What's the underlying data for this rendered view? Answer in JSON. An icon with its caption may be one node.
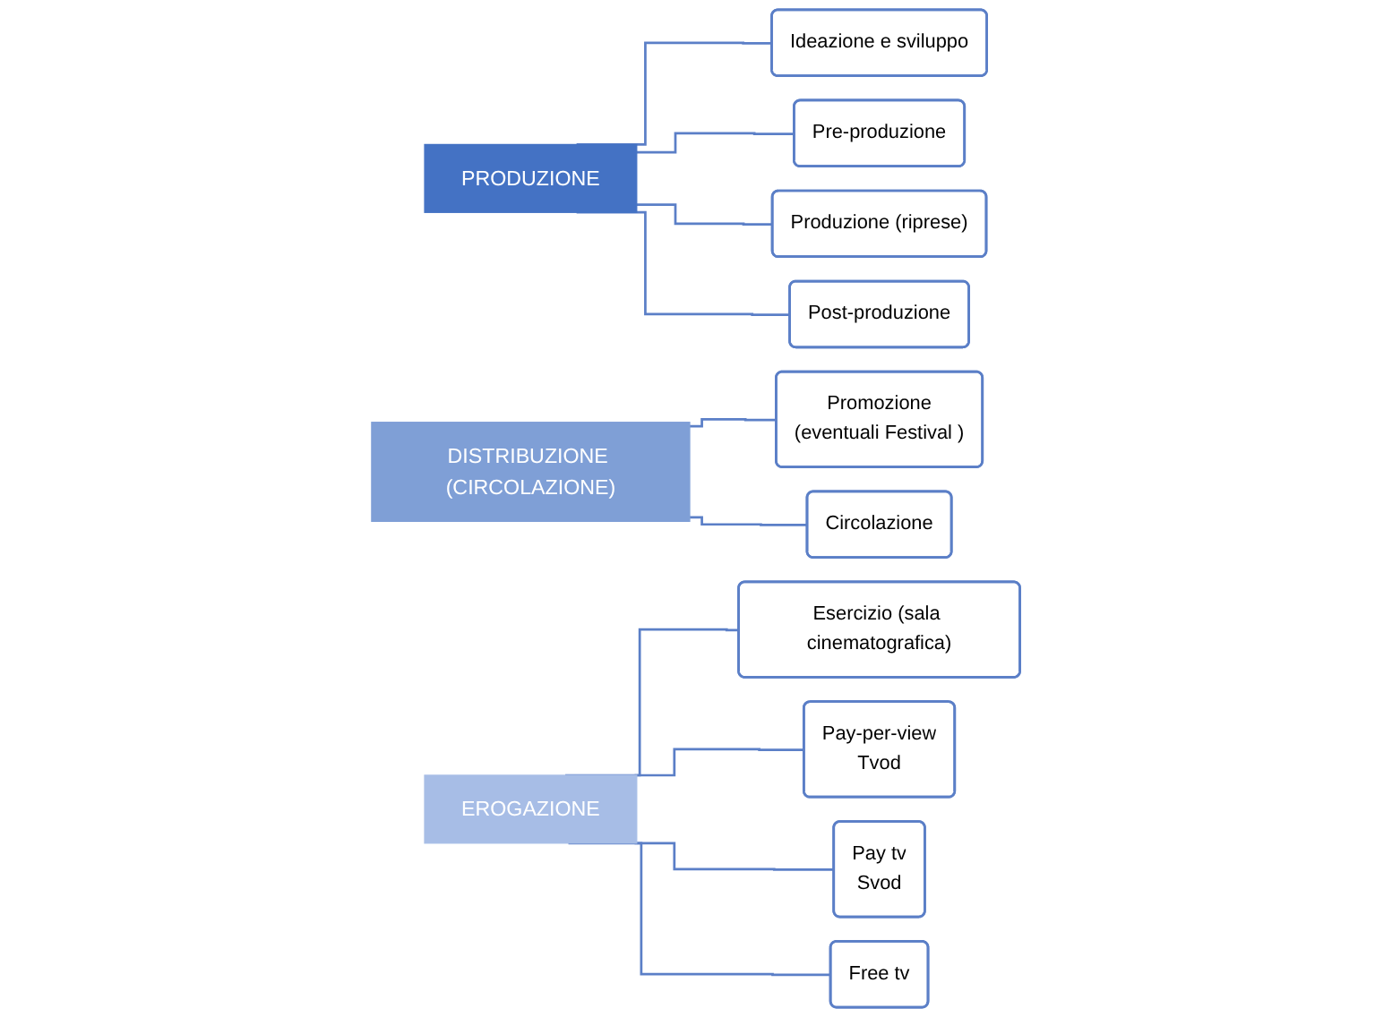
{
  "diagram": {
    "nodes": [
      {
        "text": [
          "PRODUZIONE"
        ]
      },
      {
        "text": [
          "Ideazione e sviluppo"
        ]
      },
      {
        "text": [
          "Pre-produzione"
        ]
      },
      {
        "text": [
          "Produzione (riprese)"
        ]
      },
      {
        "text": [
          "Post-produzione"
        ]
      },
      {
        "text": [
          "DISTRIBUZIONE (CIRCOLAZIONE)"
        ]
      },
      {
        "text": [
          "Promozione",
          "(eventuali Festival )"
        ]
      },
      {
        "text": [
          "Circolazione"
        ]
      },
      {
        "text": [
          "EROGAZIONE"
        ]
      },
      {
        "text": [
          "Esercizio (sala cinematografica)"
        ]
      },
      {
        "text": [
          "Pay-per-view",
          "Tvod"
        ]
      },
      {
        "text": [
          "Pay tv",
          "Svod"
        ]
      },
      {
        "text": [
          "Free tv"
        ]
      }
    ],
    "edges": [
      {
        "from": 0,
        "to": 1,
        "arrow": "none"
      },
      {
        "from": 0,
        "to": 2,
        "arrow": "none"
      },
      {
        "from": 0,
        "to": 3,
        "arrow": "none"
      },
      {
        "from": 0,
        "to": 4,
        "arrow": "none"
      },
      {
        "from": 5,
        "to": 6,
        "arrow": "none"
      },
      {
        "from": 5,
        "to": 7,
        "arrow": "none"
      },
      {
        "from": 8,
        "to": 9,
        "arrow": "none"
      },
      {
        "from": 8,
        "to": 10,
        "arrow": "none"
      },
      {
        "from": 8,
        "to": 11,
        "arrow": "none"
      },
      {
        "from": 8,
        "to": 12,
        "arrow": "none"
      }
    ]
  }
}
